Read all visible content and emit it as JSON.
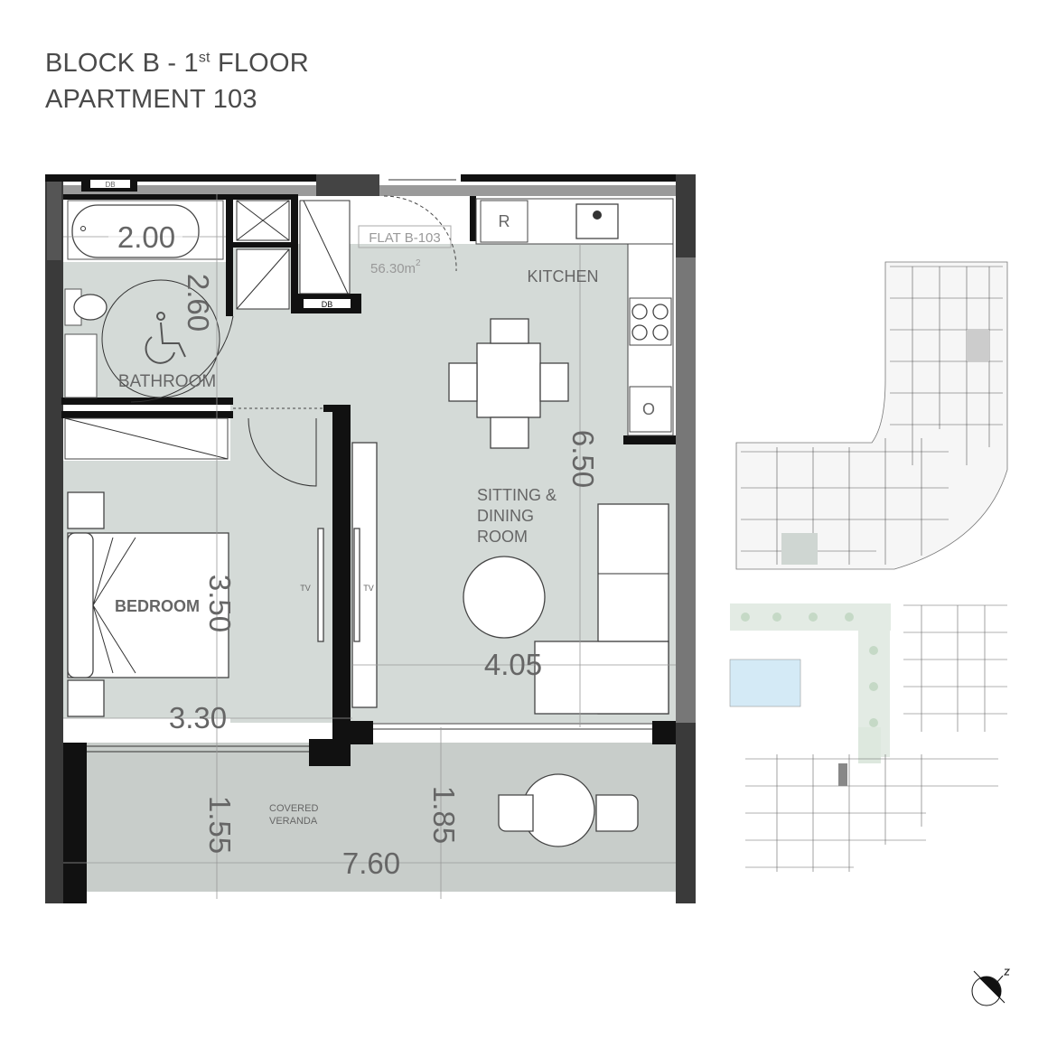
{
  "header": {
    "line1_pre": "BLOCK B - 1",
    "line1_sup": "st",
    "line1_post": " FLOOR",
    "line2": "APARTMENT 103"
  },
  "plan": {
    "flat_label": "FLAT B-103",
    "flat_area": "56.30m",
    "flat_area_sup": "2",
    "rooms": {
      "kitchen": "KITCHEN",
      "sitting_1": "SITTING &",
      "sitting_2": "DINING",
      "sitting_3": "ROOM",
      "bathroom": "BATHROOM",
      "bedroom": "BEDROOM",
      "veranda_1": "COVERED",
      "veranda_2": "VERANDA"
    },
    "dimensions": {
      "bath_width": "2.00",
      "bath_depth": "2.60",
      "living_depth": "6.50",
      "bedroom_depth": "3.50",
      "living_width": "4.05",
      "bedroom_width": "3.30",
      "veranda_depth_left": "1.55",
      "veranda_depth_right": "1.85",
      "total_width": "7.60"
    },
    "fixtures": {
      "db_top": "DB",
      "db_mid": "DB",
      "fridge": "R",
      "oven": "O",
      "tv_left": "TV",
      "tv_right": "TV"
    }
  },
  "colors": {
    "floor": "#d4dad7",
    "veranda": "#c8cdca",
    "wall": "#111111",
    "title": "#4a4a4a"
  }
}
